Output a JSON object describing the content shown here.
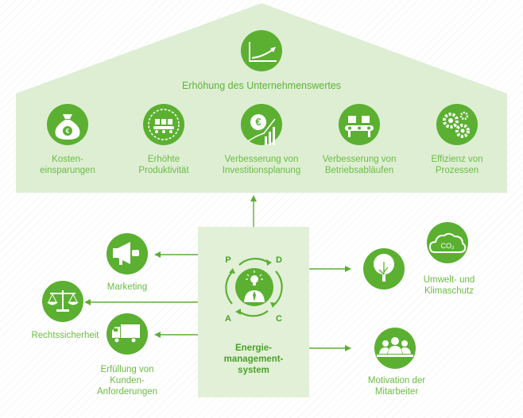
{
  "house": {
    "title": "Erhöhung des Unternehmenswertes",
    "benefits": [
      {
        "label_lines": [
          "Kosten-",
          "einsparungen"
        ],
        "icon": "money-bag-euro-icon"
      },
      {
        "label_lines": [
          "Erhöhte",
          "Produktivität"
        ],
        "icon": "production-cycle-icon"
      },
      {
        "label_lines": [
          "Verbesserung von",
          "Investitionsplanung"
        ],
        "icon": "euro-growth-icon"
      },
      {
        "label_lines": [
          "Verbesserung von",
          "Betriebsabläufen"
        ],
        "icon": "conveyor-belt-icon"
      },
      {
        "label_lines": [
          "Effizienz von",
          "Prozessen"
        ],
        "icon": "gears-icon"
      }
    ]
  },
  "center": {
    "label_lines": [
      "Energie-",
      "management-",
      "system"
    ],
    "cycle": {
      "p": "P",
      "d": "D",
      "c": "C",
      "a": "A"
    },
    "icon": "manager-idea-icon"
  },
  "left": {
    "marketing": {
      "label": "Marketing",
      "icon": "megaphone-icon"
    },
    "legal": {
      "label": "Rechtssicherheit",
      "icon": "scales-icon"
    },
    "customers": {
      "label_lines": [
        "Erfüllung von",
        "Kunden-",
        "Anforderungen"
      ],
      "icon": "truck-icon"
    }
  },
  "right": {
    "environment": {
      "label_lines": [
        "Umwelt- und",
        "Klimaschutz"
      ],
      "icon": "tree-icon",
      "icon2": "co2-cloud-icon",
      "co2_text": "CO₂"
    },
    "motivation": {
      "label_lines": [
        "Motivation der",
        "Mitarbeiter"
      ],
      "icon": "team-icon"
    }
  },
  "colors": {
    "green": "#5bb031",
    "dark_green": "#3f9a28",
    "panel": "#ddeed3",
    "center_panel": "#e2f0d8"
  }
}
